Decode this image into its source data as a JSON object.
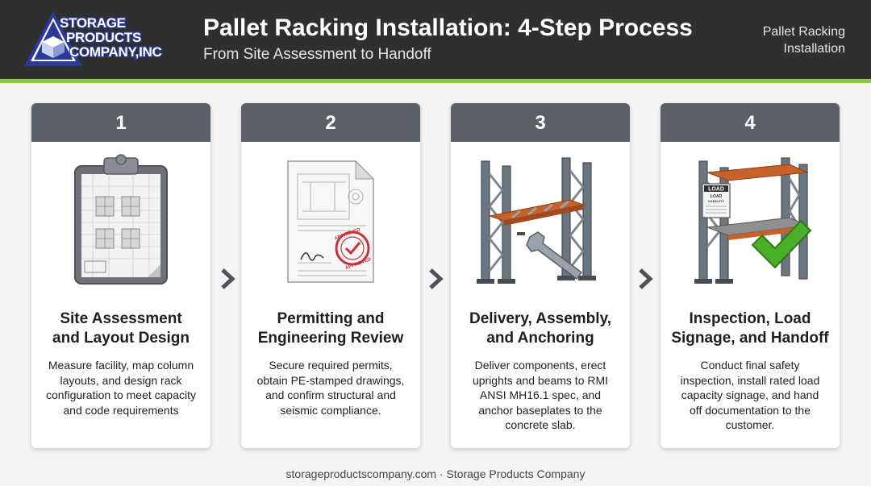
{
  "header": {
    "logo": {
      "line1": "STORAGE",
      "line2": "PRODUCTS",
      "line3": "COMPANY,INC",
      "icon": "box-icon"
    },
    "title": "Pallet Racking Installation: 4-Step Process",
    "subtitle": "From Site Assessment to Handoff",
    "topic_line1": "Pallet Racking",
    "topic_line2": "Installation"
  },
  "colors": {
    "header_bg": "#2e2f31",
    "accent": "#8dc63f",
    "card_header": "#5b5f66",
    "beam": "#c8602a",
    "check": "#4caf2a",
    "stamp": "#c8323a"
  },
  "steps": [
    {
      "number": "1",
      "icon": "clipboard-layout-icon",
      "title_line1": "Site Assessment",
      "title_line2": "and Layout Design",
      "desc_lines": [
        "Measure facility, map column",
        "layouts, and design rack",
        "configuration to meet capacity",
        "and code requirements"
      ]
    },
    {
      "number": "2",
      "icon": "engineering-drawing-icon",
      "stamp_text": "APPROVED",
      "title_line1": "Permitting and",
      "title_line2": "Engineering Review",
      "desc_lines": [
        "Secure required permits,",
        "obtain PE-stamped drawings,",
        "and confirm structural and",
        "seismic compliance."
      ]
    },
    {
      "number": "3",
      "icon": "rack-wrench-icon",
      "title_line1": "Delivery, Assembly,",
      "title_line2": "and Anchoring",
      "desc_lines": [
        "Deliver components, erect",
        "uprights and beams to RMI",
        "ANSI MH16.1 spec, and",
        "anchor baseplates to the",
        "concrete slab."
      ]
    },
    {
      "number": "4",
      "icon": "rack-checkmark-icon",
      "sign_line1": "LOAD",
      "sign_line2": "LOAD",
      "sign_line3": "CAPACITY",
      "title_line1": "Inspection, Load",
      "title_line2": "Signage, and Handoff",
      "desc_lines": [
        "Conduct final safety",
        "inspection, install rated load",
        "capacity signage, and hand",
        "off documentation to the",
        "customer."
      ]
    }
  ],
  "footer": "storageproductscompany.com · Storage Products Company"
}
